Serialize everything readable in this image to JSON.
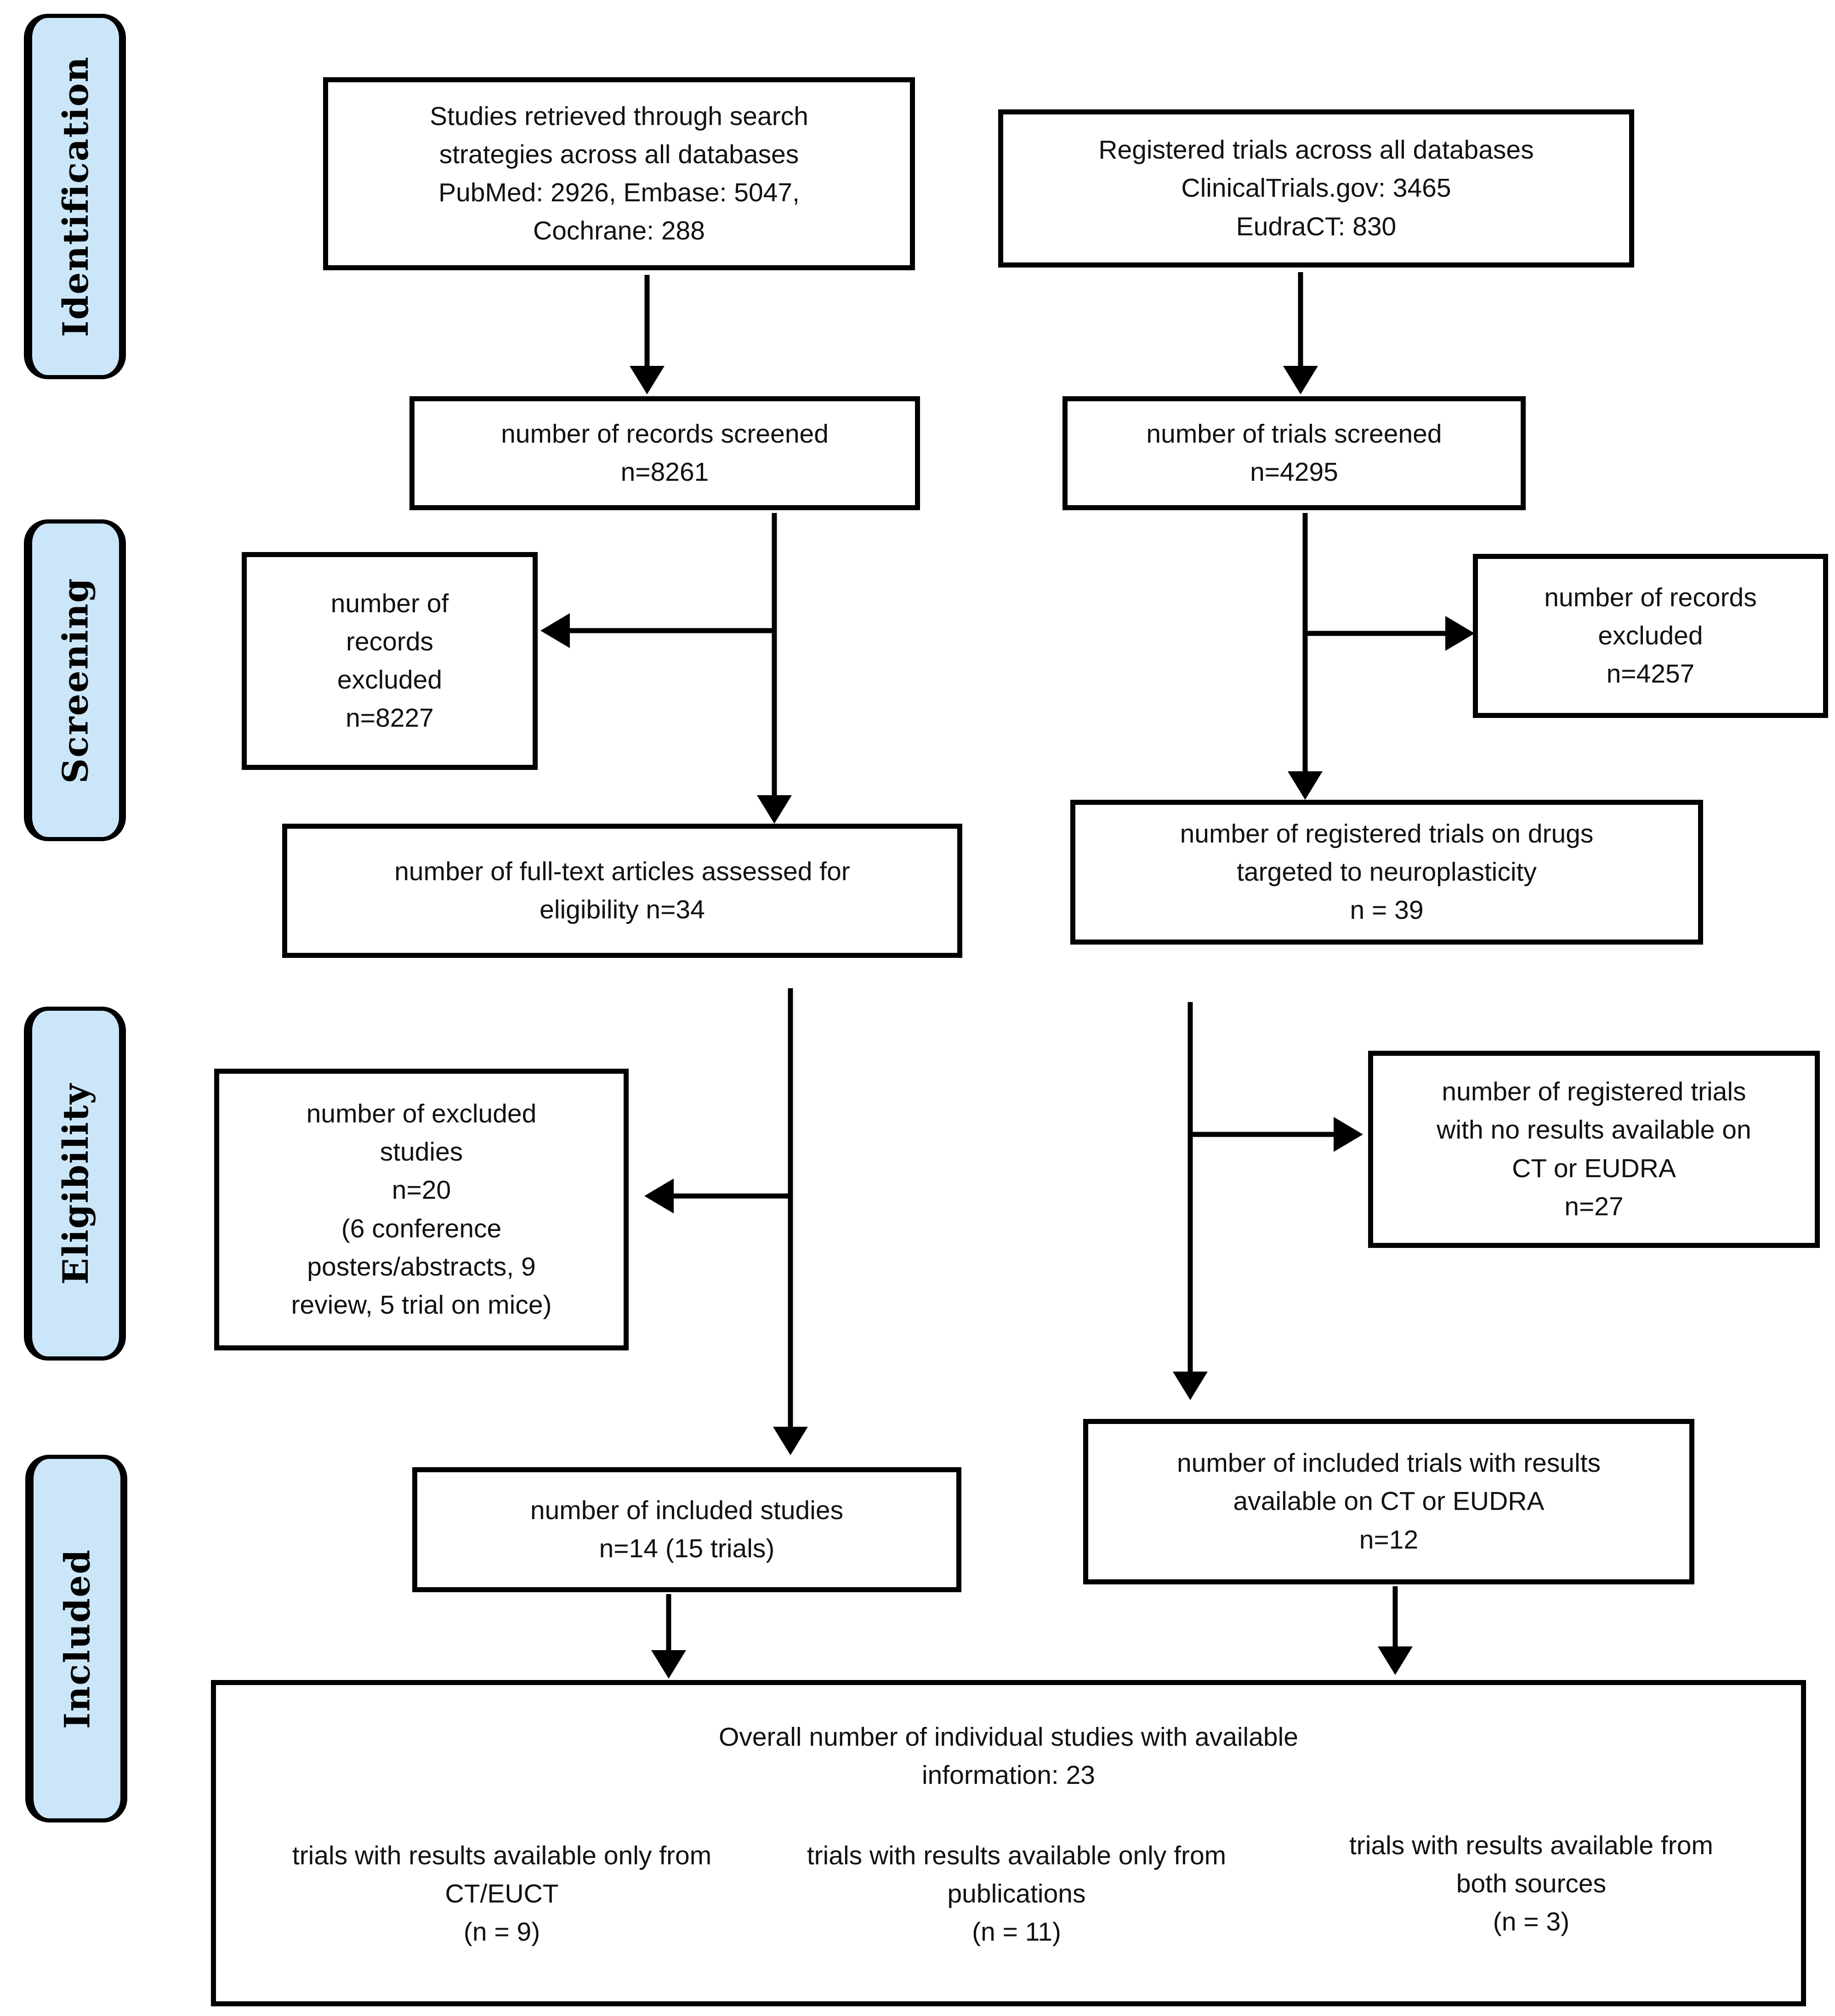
{
  "stages": [
    {
      "label": "Identification"
    },
    {
      "label": "Screening"
    },
    {
      "label": "Eligibility"
    },
    {
      "label": "Included"
    }
  ],
  "boxes": {
    "retrieved": "Studies retrieved through search\nstrategies across all databases\nPubMed: 2926, Embase: 5047,\nCochrane: 288",
    "registered": "Registered trials across all databases\nClinicalTrials.gov: 3465\nEudraCT: 830",
    "records_screened": "number of records screened\nn=8261",
    "trials_screened": "number of trials screened\nn=4295",
    "records_excluded_pub": "number of\nrecords\nexcluded\nn=8227",
    "records_excluded_reg": "number of records\nexcluded\nn=4257",
    "fulltext_assessed": "number of full-text articles assessed for\neligibility n=34",
    "neuro_trials": "number of registered trials on drugs\ntargeted to neuroplasticity\nn = 39",
    "excluded_studies": "number of excluded\nstudies\nn=20\n(6 conference\nposters/abstracts, 9\nreview, 5 trial on mice)",
    "no_results": "number of registered trials\nwith no results available on\nCT or EUDRA\nn=27",
    "included_studies": "number of included studies\nn=14 (15 trials)",
    "included_trials": "number of included trials with results\navailable on CT or EUDRA\nn=12",
    "overall_title": "Overall number of individual studies with available\ninformation: 23",
    "overall_col_ct": "trials with results available only from\nCT/EUCT\n(n = 9)",
    "overall_col_pub": "trials with results available only from\npublications\n(n = 11)",
    "overall_col_both": "trials with results available from\nboth sources\n(n = 3)"
  },
  "colors": {
    "stage_fill": "#cbe6f8",
    "box_border": "#000000",
    "box_bg": "#ffffff",
    "text": "#111111"
  }
}
